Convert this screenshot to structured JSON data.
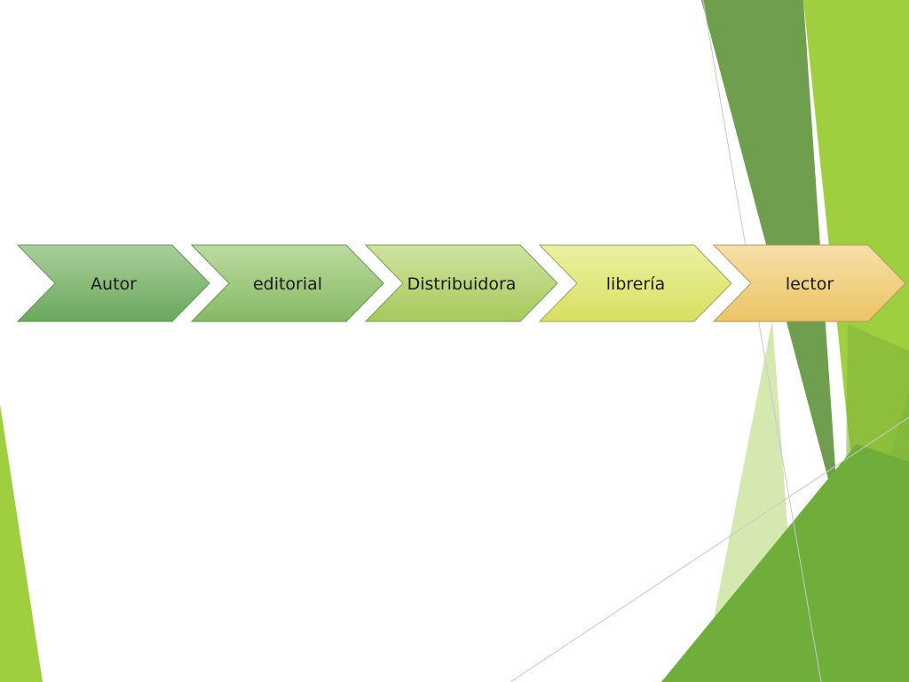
{
  "diagram": {
    "type": "chevron-process",
    "steps": [
      {
        "label": "Autor",
        "fill_top": "#a9cf9a",
        "fill_bottom": "#6aa85c",
        "stroke": "#6a8f5f"
      },
      {
        "label": "editorial",
        "fill_top": "#bcdba0",
        "fill_bottom": "#86b964",
        "stroke": "#6a8f5f"
      },
      {
        "label": "Distribuidora",
        "fill_top": "#cfe3a0",
        "fill_bottom": "#a6c95c",
        "stroke": "#7c9a5c"
      },
      {
        "label": "librería",
        "fill_top": "#ecf0a3",
        "fill_bottom": "#d8df5f",
        "stroke": "#9aa35c"
      },
      {
        "label": "lector",
        "fill_top": "#f7dfa8",
        "fill_bottom": "#ecc465",
        "stroke": "#b09a5c"
      }
    ]
  },
  "theme": {
    "background": "#ffffff",
    "accent_dark": "#6f9e4f",
    "accent_mid": "#8bc13f",
    "accent_light": "#c3de8f",
    "accent_lime": "#9fcf3f",
    "guide_line": "#c9c9c9"
  }
}
